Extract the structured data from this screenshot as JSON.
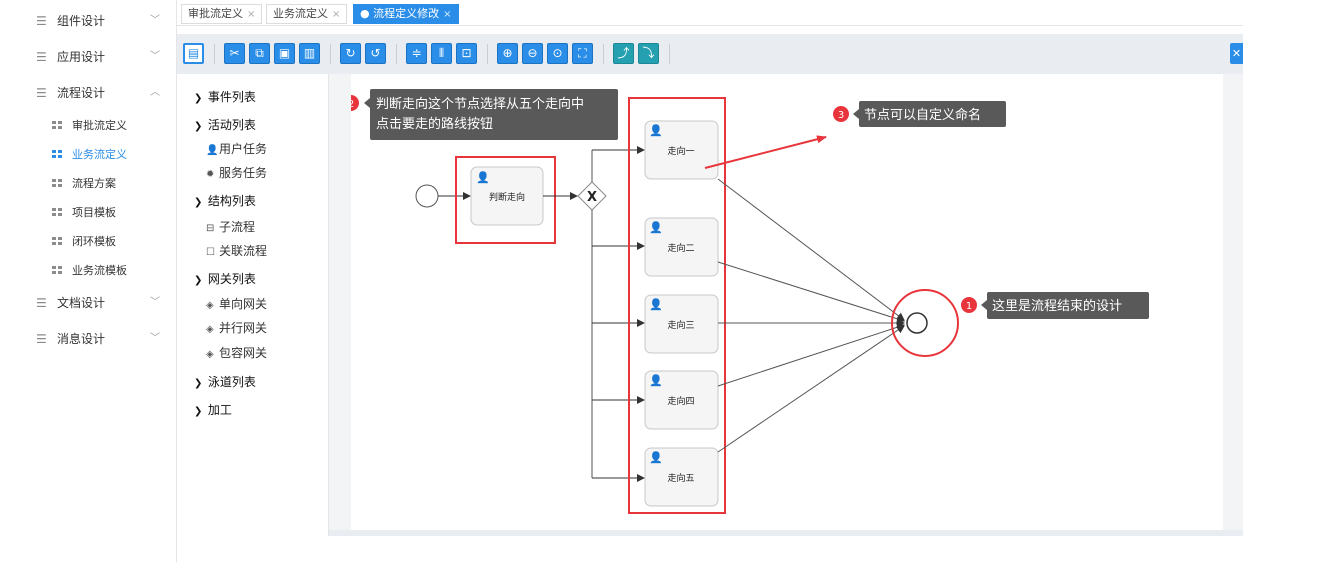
{
  "nav": {
    "groups_top": [
      {
        "label": "组件设计",
        "icon": "sliders-icon",
        "expanded": false
      },
      {
        "label": "应用设计",
        "icon": "sliders-icon",
        "expanded": false
      },
      {
        "label": "流程设计",
        "icon": "sliders-icon",
        "expanded": true
      }
    ],
    "sub_items": [
      {
        "label": "审批流定义",
        "active": false
      },
      {
        "label": "业务流定义",
        "active": true
      },
      {
        "label": "流程方案",
        "active": false
      },
      {
        "label": "项目模板",
        "active": false
      },
      {
        "label": "闭环模板",
        "active": false
      },
      {
        "label": "业务流模板",
        "active": false
      }
    ],
    "groups_bottom": [
      {
        "label": "文档设计",
        "icon": "sliders-icon",
        "expanded": false
      },
      {
        "label": "消息设计",
        "icon": "sliders-icon",
        "expanded": false
      }
    ]
  },
  "tabs": [
    {
      "label": "审批流定义",
      "active": false
    },
    {
      "label": "业务流定义",
      "active": false
    },
    {
      "label": "流程定义修改",
      "active": true
    }
  ],
  "toolbar": {
    "buttons": [
      "save-icon",
      "cut-icon",
      "copy-icon",
      "paste-icon",
      "delete-icon",
      "redo-icon",
      "undo-icon",
      "align-vertical-icon",
      "align-horizontal-icon",
      "group-icon",
      "zoom-in-icon",
      "zoom-out-icon",
      "zoom-reset-icon",
      "fit-screen-icon",
      "connect-icon",
      "reconnect-icon"
    ]
  },
  "palette": {
    "event_list": "事件列表",
    "activity_list": "活动列表",
    "user_task": "用户任务",
    "service_task": "服务任务",
    "structure_list": "结构列表",
    "subprocess": "子流程",
    "linked_process": "关联流程",
    "gateway_list": "网关列表",
    "exclusive_gateway": "单向网关",
    "parallel_gateway": "并行网关",
    "inclusive_gateway": "包容网关",
    "swimlane_list": "泳道列表",
    "processing": "加工"
  },
  "diagram": {
    "decision_task": "判断走向",
    "branches": [
      "走向一",
      "走向二",
      "走向三",
      "走向四",
      "走向五"
    ],
    "gateway_symbol": "X",
    "callouts": [
      {
        "number": "1",
        "text": "这里是流程结束的设计"
      },
      {
        "number": "2",
        "text_line1": "判断走向这个节点选择从五个走向中",
        "text_line2": "点击要走的路线按钮"
      },
      {
        "number": "3",
        "text": "节点可以自定义命名"
      }
    ],
    "colors": {
      "highlight": "#e8343b",
      "callout_bg": "#595959",
      "task_fill": "#f5f5f5",
      "task_border": "#c8c8c8",
      "accent": "#2a8ee8",
      "user_icon": "#c9a56a"
    }
  }
}
